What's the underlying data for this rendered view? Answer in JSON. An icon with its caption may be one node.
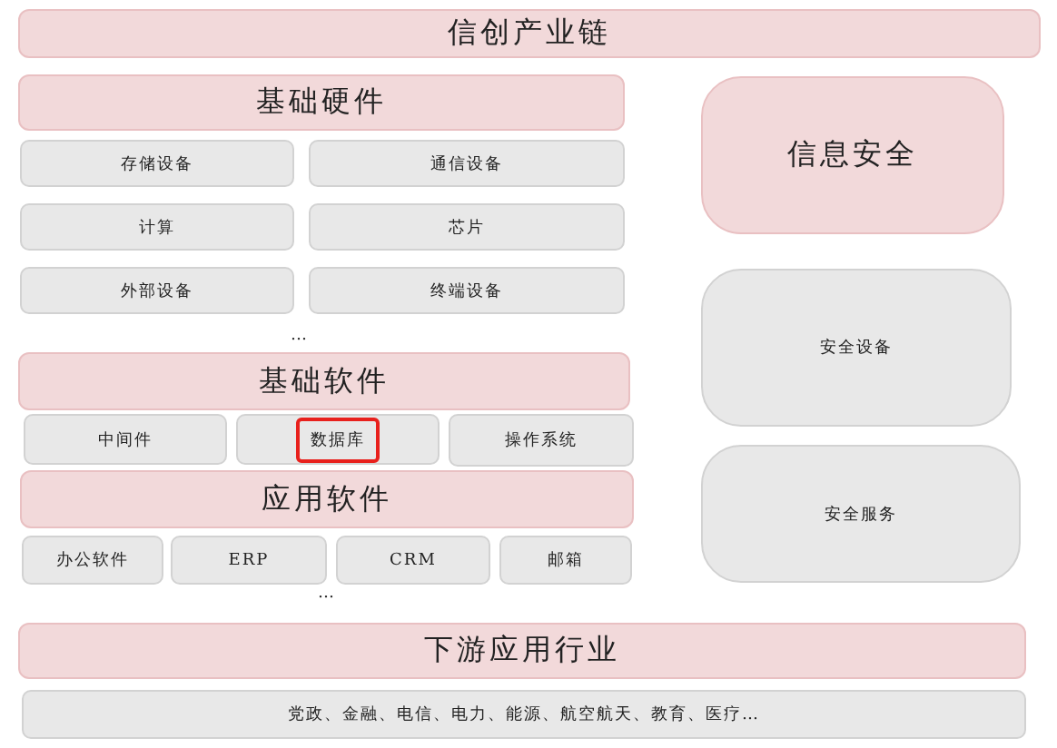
{
  "diagram": {
    "nodes": [
      {
        "text": [
          "信创产业链"
        ]
      },
      {
        "text": [
          "基础硬件"
        ]
      },
      {
        "text": [
          "存储设备"
        ]
      },
      {
        "text": [
          "通信设备"
        ]
      },
      {
        "text": [
          "计算"
        ]
      },
      {
        "text": [
          "芯片"
        ]
      },
      {
        "text": [
          "外部设备"
        ]
      },
      {
        "text": [
          "终端设备"
        ]
      },
      {
        "text": [
          "信息安全"
        ]
      },
      {
        "text": [
          "安全设备"
        ]
      },
      {
        "text": [
          "基础软件"
        ]
      },
      {
        "text": [
          "中间件"
        ]
      },
      {
        "text": [
          "数据库"
        ]
      },
      {
        "text": [
          "操作系统"
        ]
      },
      {
        "text": [
          "应用软件"
        ]
      },
      {
        "text": [
          "办公软件"
        ]
      },
      {
        "text": [
          "ERP"
        ]
      },
      {
        "text": [
          "CRM"
        ]
      },
      {
        "text": [
          "邮箱"
        ]
      },
      {
        "text": [
          "安全服务"
        ]
      },
      {
        "text": [
          "下游应用行业"
        ]
      },
      {
        "text": [
          "党政、金融、电信、电力、能源、航空航天、教育、医疗…"
        ]
      }
    ],
    "labels": [
      "…",
      "…"
    ]
  }
}
